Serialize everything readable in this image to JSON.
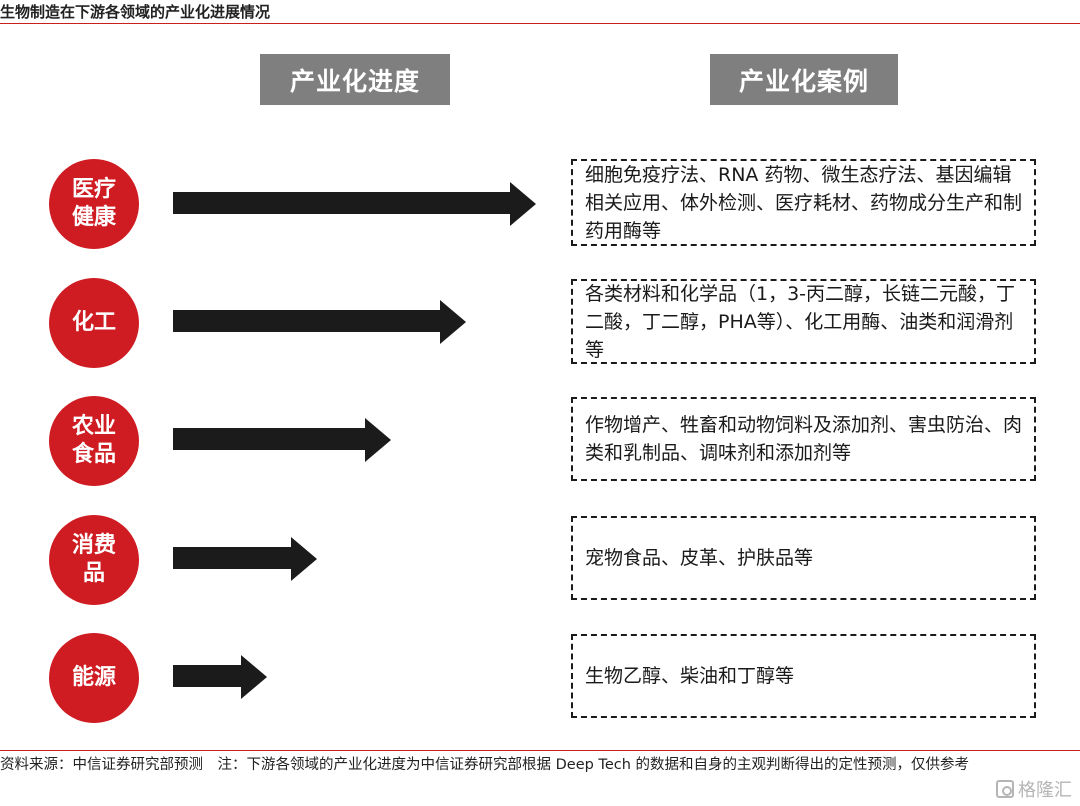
{
  "title": "生物制造在下游各领域的产业化进展情况",
  "headers": {
    "progress": "产业化进度",
    "cases": "产业化案例"
  },
  "colors": {
    "accent_red": "#cf1c22",
    "header_gray": "#7f7f7f",
    "arrow_black": "#1b1b1b"
  },
  "rows": [
    {
      "domain": "医疗\n健康",
      "progress": 0.93,
      "case": "细胞免疫疗法、RNA 药物、微生态疗法、基因编辑相关应用、体外检测、医疗耗材、药物成分生产和制药用酶等"
    },
    {
      "domain": "化工",
      "progress": 0.75,
      "case": "各类材料和化学品（1，3-丙二醇，长链二元酸，丁二酸，丁二醇，PHA等）、化工用酶、油类和润滑剂等"
    },
    {
      "domain": "农业\n食品",
      "progress": 0.56,
      "case": "作物增产、牲畜和动物饲料及添加剂、害虫防治、肉类和乳制品、调味剂和添加剂等"
    },
    {
      "domain": "消费\n品",
      "progress": 0.37,
      "case": "宠物食品、皮革、护肤品等"
    },
    {
      "domain": "能源",
      "progress": 0.24,
      "case": "生物乙醇、柴油和丁醇等"
    }
  ],
  "footer": "资料来源：中信证券研究部预测　注：下游各领域的产业化进度为中信证券研究部根据 Deep Tech 的数据和自身的主观判断得出的定性预测，仅供参考",
  "watermark": "格隆汇"
}
